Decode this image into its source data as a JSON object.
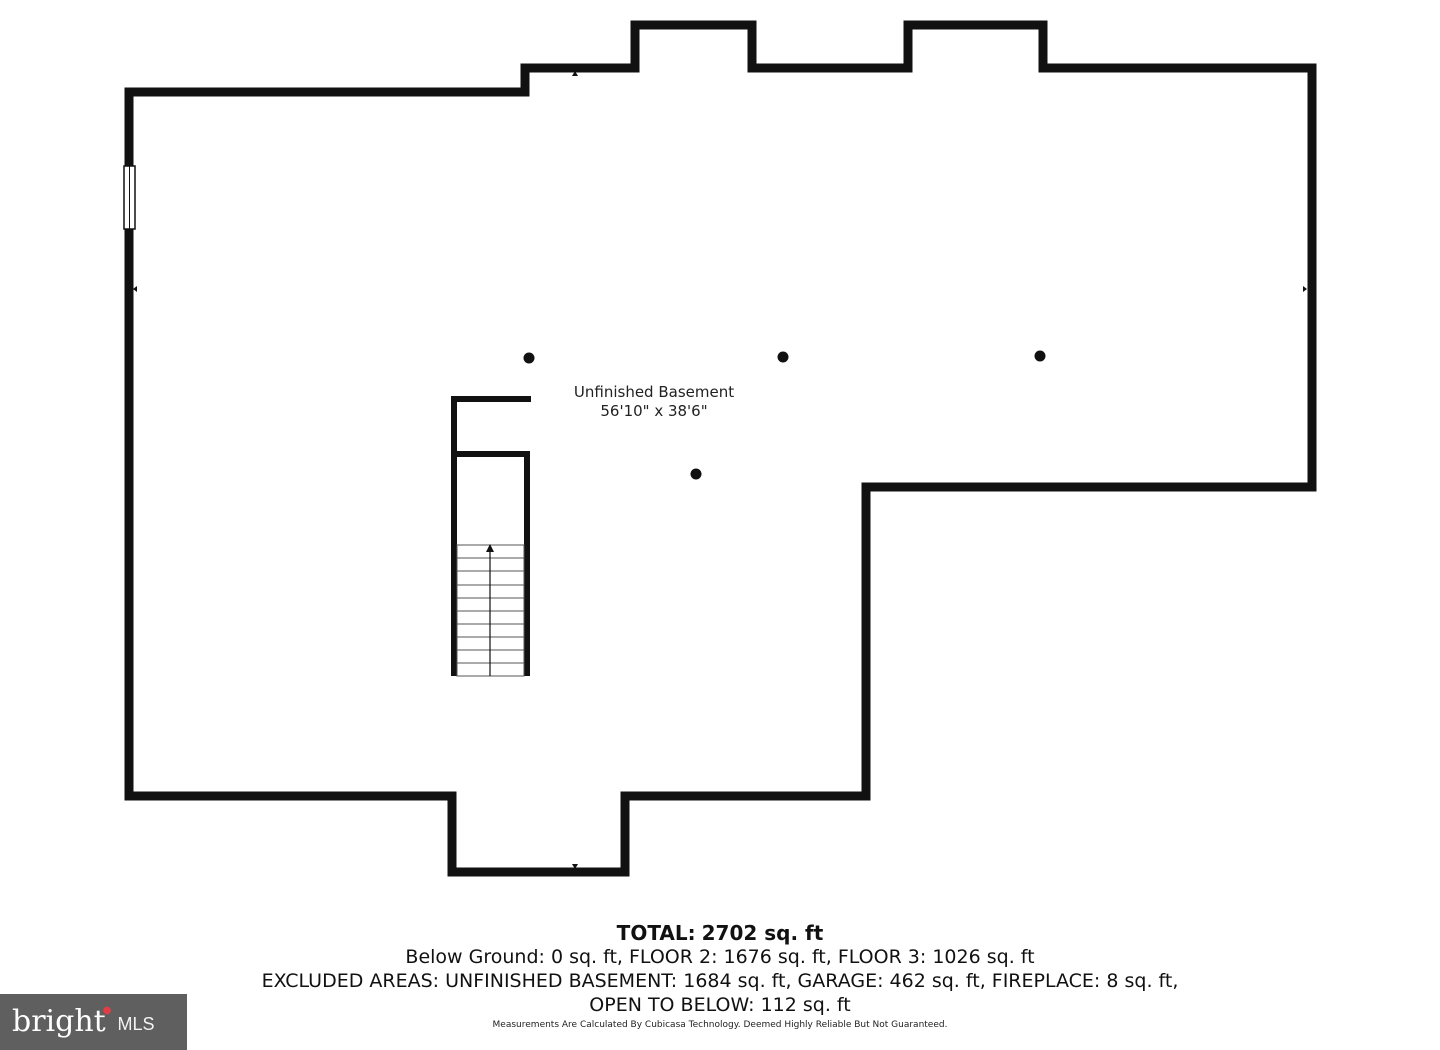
{
  "room": {
    "name": "Unfinished Basement",
    "dimensions": "56'10\" x 38'6\""
  },
  "summary": {
    "total_label": "TOTAL:",
    "total_value": "2702 sq. ft",
    "floors_line": "Below Ground: 0 sq. ft, FLOOR 2: 1676 sq. ft, FLOOR 3: 1026 sq. ft",
    "excluded_line_1": "EXCLUDED AREAS: UNFINISHED BASEMENT: 1684 sq. ft, GARAGE: 462 sq. ft, FIREPLACE: 8 sq. ft,",
    "excluded_line_2": "OPEN TO BELOW: 112 sq. ft",
    "disclaimer": "Measurements Are Calculated By Cubicasa Technology. Deemed Highly Reliable But Not Guaranteed."
  },
  "watermark": {
    "brand": "bright",
    "suffix": "MLS"
  },
  "colors": {
    "wall": "#111111",
    "background": "#ffffff",
    "watermark_bg": "#4a4a4a",
    "watermark_accent": "#e0222b"
  }
}
